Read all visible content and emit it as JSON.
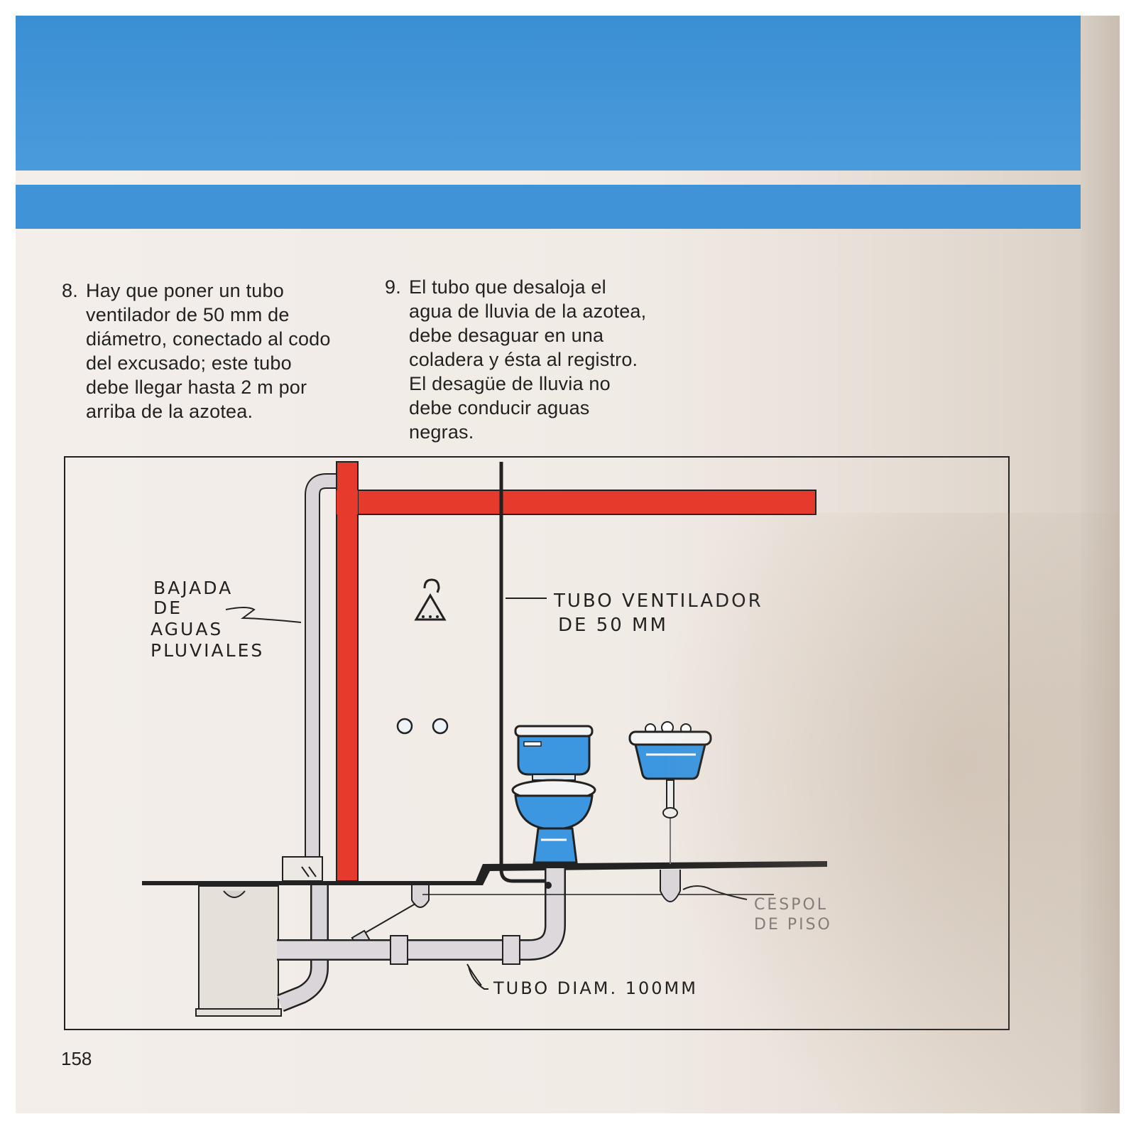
{
  "step8": {
    "number": "8.",
    "text": "Hay que poner un tubo\nventilador de 50 mm de\ndiámetro, conectado al codo\ndel excusado; este tubo\ndebe llegar hasta 2 m por\narriba de la azotea."
  },
  "step9": {
    "number": "9.",
    "text": "El tubo que desaloja el\nagua de lluvia de la azotea,\ndebe desaguar en una\ncoladera y ésta al registro.\nEl desagüe de lluvia no\ndebe conducir aguas\nnegras."
  },
  "diagram": {
    "labels": {
      "bajada_1": "BAJADA",
      "bajada_2": "DE",
      "bajada_3": "AGUAS",
      "bajada_4": "PLUVIALES",
      "ventilador_1": "TUBO VENTILADOR",
      "ventilador_2": "DE 50 MM",
      "cespol_1": "CESPOL",
      "cespol_2": "DE PISO",
      "tubo_diam": "TUBO DIAM. 100MM"
    }
  },
  "page_number": "158",
  "colors": {
    "header_blue": "#3f93d6",
    "wall_red": "#e63a2c",
    "fixture_blue": "#3c97e0"
  }
}
